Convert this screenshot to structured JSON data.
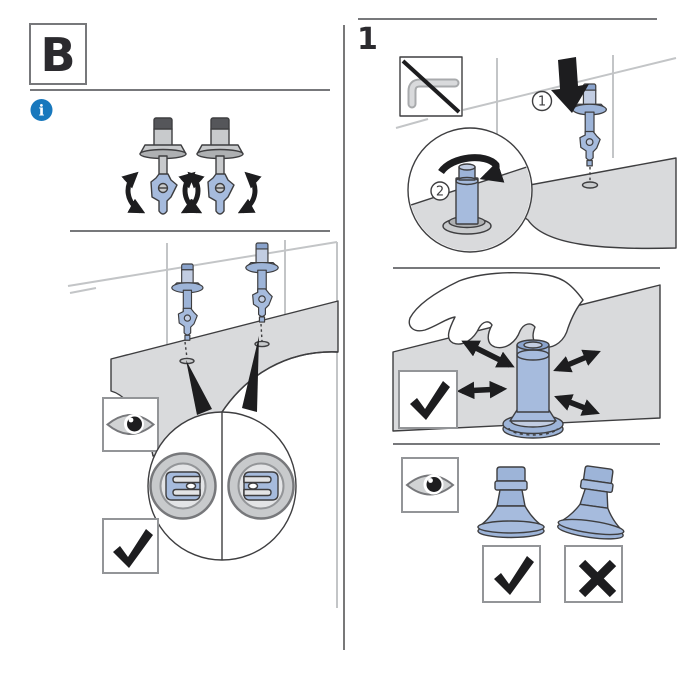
{
  "colors": {
    "paper_white": "#ffffff",
    "ink": "#1d1d1f",
    "outline": "#3e3e40",
    "text_dark": "#2b2a2e",
    "part_blue": "#a6bbdd",
    "part_blue_mid": "#9db4d8",
    "part_blue_dark": "#8aa3cc",
    "part_blue_light": "#c2cde2",
    "metal_gray": "#c8cacc",
    "metal_gray_dark": "#aeb0b2",
    "surface_gray": "#d9dadc",
    "light_gray": "#e3e4e6",
    "lens_gray": "#d1d3d4",
    "tile_line_gray": "#c3c5c7",
    "divider_gray": "#77787b",
    "box_border_gray": "#939598",
    "cap_dark": "#55565a",
    "info_blue": "#1878bd"
  },
  "left_column": {
    "section_label": "B",
    "info_symbol": "i"
  },
  "right_column": {
    "step_number": "1",
    "substeps": {
      "one": "1",
      "two": "2"
    }
  },
  "icons": {
    "info": "info-circle",
    "eye": "eye-observe",
    "check": "checkmark",
    "cross": "x-mark",
    "no_tool": "crossed-allen-key",
    "rotation": "rotation-arrows",
    "press_down": "down-arrow",
    "wiggle": "four-way-arrows",
    "magnifier": "detail-circle"
  }
}
